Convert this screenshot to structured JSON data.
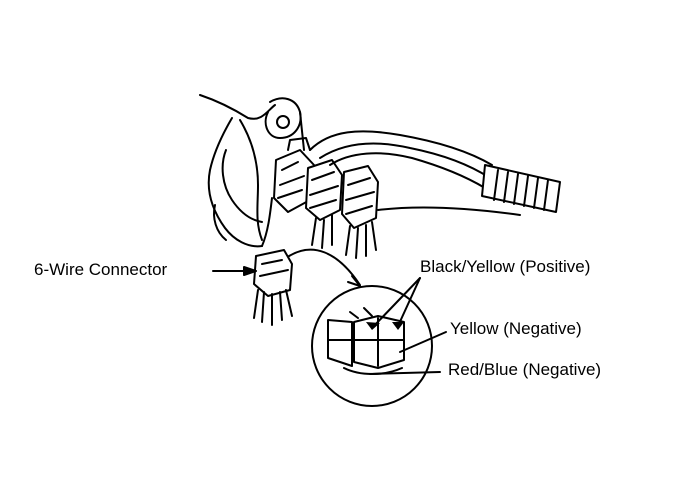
{
  "labels": {
    "six_wire_connector": "6-Wire Connector",
    "black_yellow": "Black/Yellow (Positive)",
    "yellow": "Yellow (Negative)",
    "red_blue": "Red/Blue (Negative)"
  },
  "colors": {
    "ink": "#000000",
    "paper": "#ffffff"
  }
}
